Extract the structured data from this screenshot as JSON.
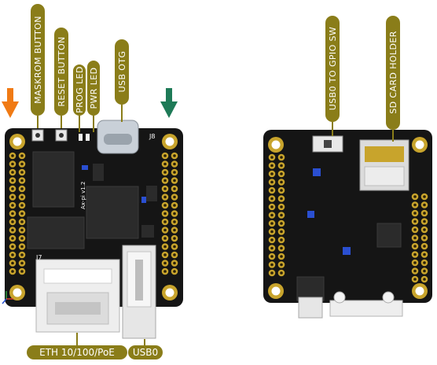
{
  "colors": {
    "callout": "#8a7d19",
    "board": "#151515",
    "pad_gold": "#c8a42c",
    "pad_dark": "#2a2008",
    "arrow_orange": "#f07a14",
    "arrow_green": "#1e7a57",
    "chip": "#2b2b2b",
    "ethernet": "#eeeeee",
    "usb": "#e6e6e6",
    "usb_c": "#c9d0d8",
    "sd_holder": "#dcdcdc",
    "blue_part": "#2a4fd1"
  },
  "front": {
    "callouts": [
      {
        "id": "maskrom",
        "label": "MASKROM BUTTON"
      },
      {
        "id": "reset",
        "label": "RESET BUTTON"
      },
      {
        "id": "prog-led",
        "label": "PROG LED"
      },
      {
        "id": "pwr-led",
        "label": "PWR LED"
      },
      {
        "id": "usb-otg",
        "label": "USB OTG"
      }
    ],
    "silkscreen": {
      "j8": "J8",
      "j7": "J7",
      "board_name": "Ax-pi v1.2"
    },
    "bottom_labels": {
      "eth": "ETH 10/100/PoE",
      "usb0": "USB0"
    },
    "arrows": [
      {
        "id": "left",
        "color": "orange",
        "direction": "down"
      },
      {
        "id": "right",
        "color": "green",
        "direction": "down"
      }
    ]
  },
  "back": {
    "callouts": [
      {
        "id": "usb0-gpio",
        "label": "USB0 TO GPIO SW"
      },
      {
        "id": "sd-holder",
        "label": "SD CARD HOLDER"
      }
    ]
  }
}
